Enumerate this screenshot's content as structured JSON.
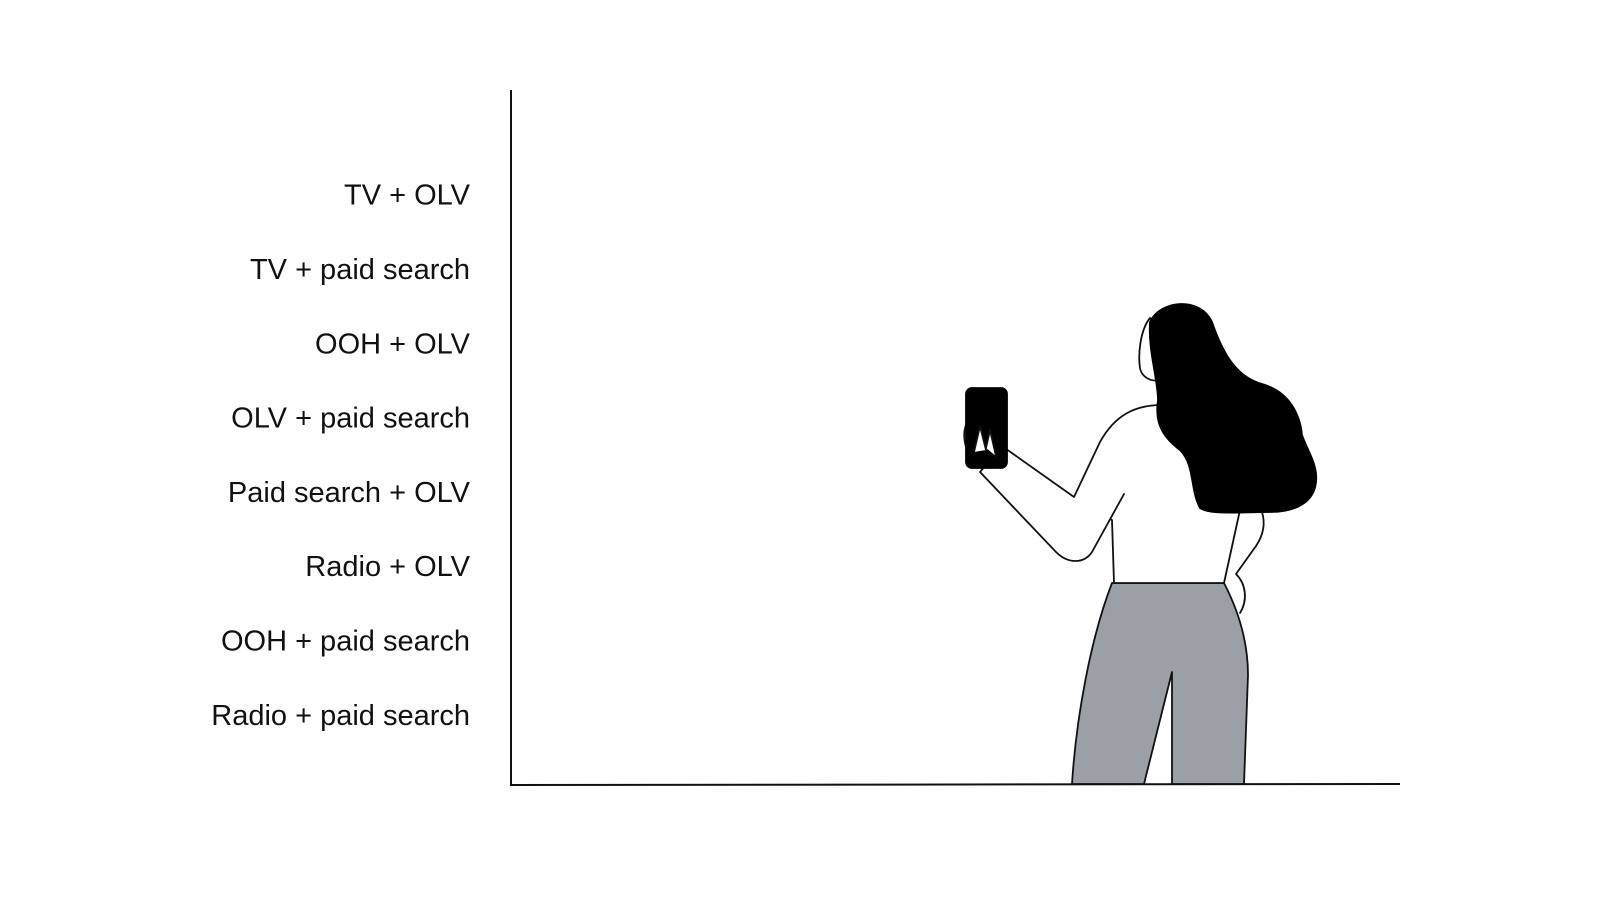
{
  "chart_data": {
    "type": "bar",
    "orientation": "horizontal",
    "categories": [
      "TV + OLV",
      "TV + paid search",
      "OOH + OLV",
      "OLV + paid search",
      "Paid search + OLV",
      "Radio + OLV",
      "OOH + paid search",
      "Radio + paid search"
    ],
    "values": [],
    "title": "",
    "xlabel": "",
    "ylabel": "",
    "grid": false,
    "colors": {
      "axis": "#111111",
      "figure_outline": "#111111",
      "hair": "#000000",
      "phone": "#000000",
      "pants": "#9aa0a6",
      "shirt": "#ffffff"
    },
    "illustration": "person-holding-phone"
  }
}
